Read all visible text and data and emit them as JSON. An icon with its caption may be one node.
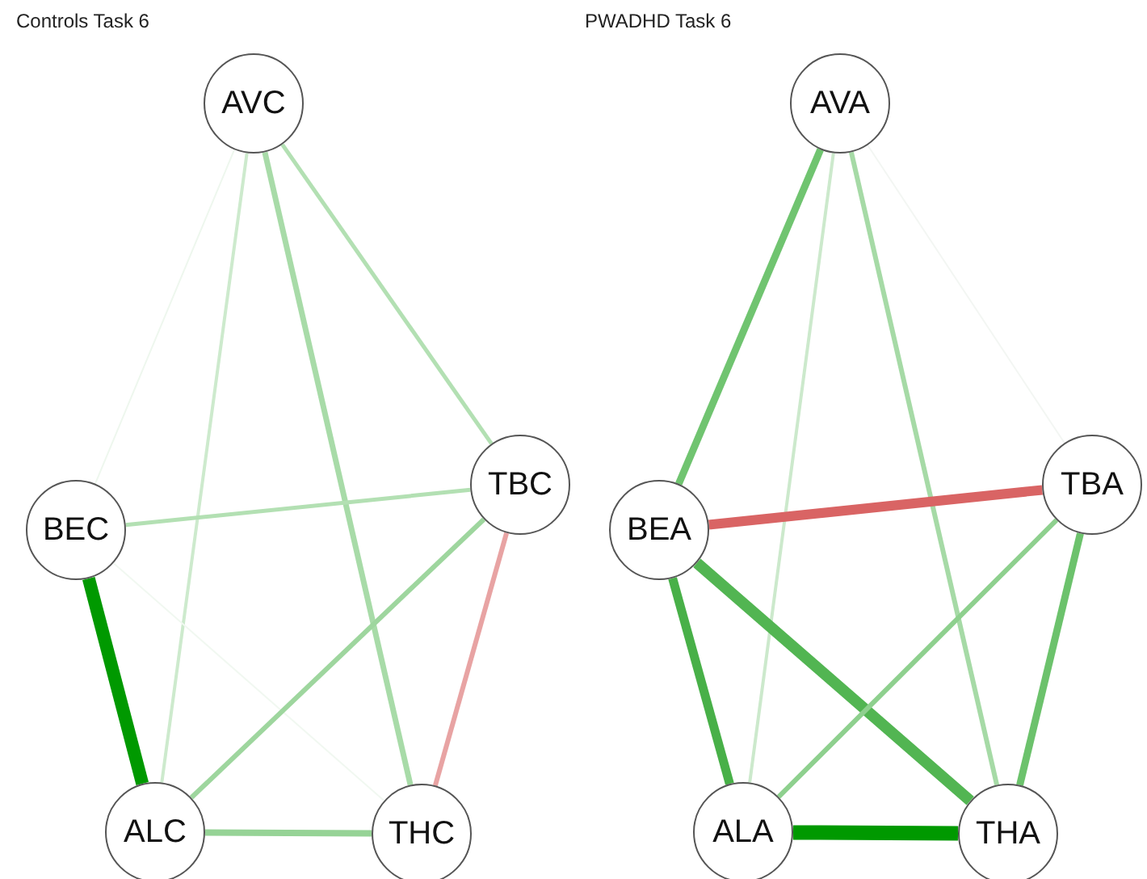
{
  "diagram": {
    "nodes": [
      {
        "text": [
          "AVC"
        ]
      },
      {
        "text": [
          "BEC"
        ]
      },
      {
        "text": [
          "TBC"
        ]
      },
      {
        "text": [
          "ALC"
        ]
      },
      {
        "text": [
          "THC"
        ]
      },
      {
        "text": [
          "AVA"
        ]
      },
      {
        "text": [
          "BEA"
        ]
      },
      {
        "text": [
          "TBA"
        ]
      },
      {
        "text": [
          "ALA"
        ]
      },
      {
        "text": [
          "THA"
        ]
      }
    ],
    "edges": [
      {
        "from": 0,
        "to": 1,
        "arrow": "none",
        "color": "#eef7ee"
      },
      {
        "from": 0,
        "to": 3,
        "arrow": "none",
        "color": "#cdeacd"
      },
      {
        "from": 0,
        "to": 4,
        "arrow": "none",
        "color": "#a8dba8"
      },
      {
        "from": 0,
        "to": 2,
        "arrow": "none",
        "color": "#b3e0b3"
      },
      {
        "from": 1,
        "to": 2,
        "arrow": "none",
        "color": "#b3e0b3"
      },
      {
        "from": 1,
        "to": 3,
        "arrow": "none",
        "style": "thick",
        "color": "#009900"
      },
      {
        "from": 1,
        "to": 4,
        "arrow": "none",
        "color": "#f1f8f1"
      },
      {
        "from": 2,
        "to": 3,
        "arrow": "none",
        "color": "#9ed69e"
      },
      {
        "from": 2,
        "to": 4,
        "arrow": "none",
        "color": "#e8a3a3"
      },
      {
        "from": 3,
        "to": 4,
        "arrow": "none",
        "color": "#96d396"
      },
      {
        "from": 5,
        "to": 6,
        "arrow": "none",
        "color": "#70c470"
      },
      {
        "from": 5,
        "to": 8,
        "arrow": "none",
        "color": "#cce9cc"
      },
      {
        "from": 5,
        "to": 9,
        "arrow": "none",
        "color": "#a6daa6"
      },
      {
        "from": 5,
        "to": 7,
        "arrow": "none",
        "color": "#f3f6f3"
      },
      {
        "from": 6,
        "to": 7,
        "arrow": "none",
        "style": "thick",
        "color": "#d96464"
      },
      {
        "from": 6,
        "to": 8,
        "arrow": "none",
        "style": "thick",
        "color": "#48b048"
      },
      {
        "from": 6,
        "to": 9,
        "arrow": "none",
        "style": "thick",
        "color": "#52b552"
      },
      {
        "from": 7,
        "to": 8,
        "arrow": "none",
        "color": "#8ed08e"
      },
      {
        "from": 7,
        "to": 9,
        "arrow": "none",
        "color": "#6cc26c"
      },
      {
        "from": 8,
        "to": 9,
        "arrow": "none",
        "style": "thick",
        "color": "#009900"
      }
    ],
    "labels": [
      "Controls Task 6",
      "PWADHD Task 6"
    ]
  }
}
